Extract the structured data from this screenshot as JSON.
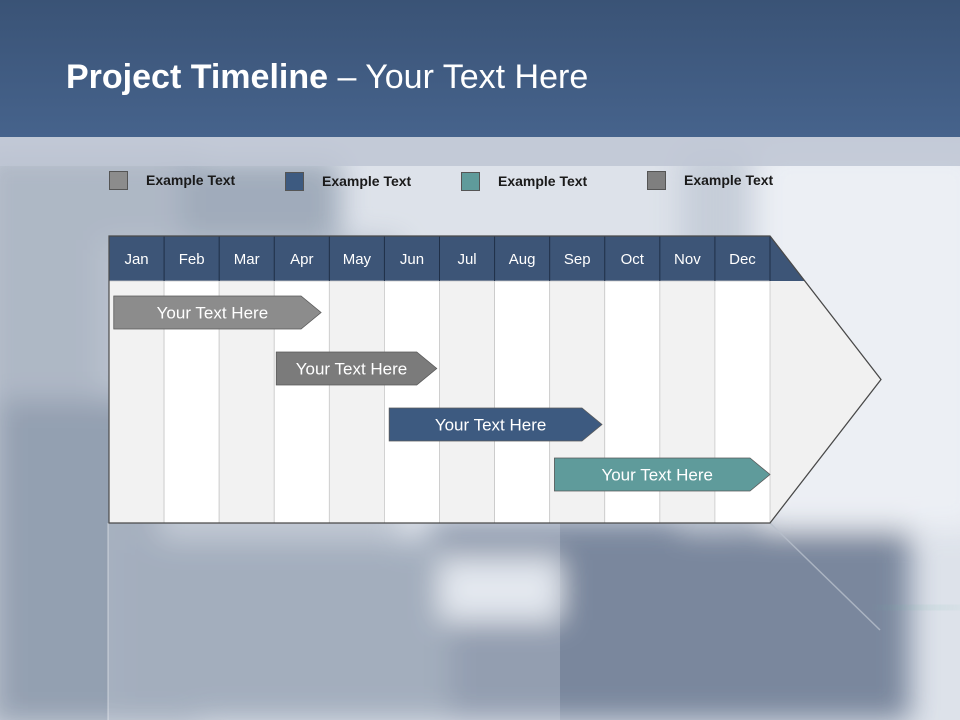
{
  "slide": {
    "title_bold": "Project Timeline",
    "title_rest": " – Your Text Here"
  },
  "legend": [
    {
      "label": "Example Text",
      "color": "#8c8c8c"
    },
    {
      "label": "Example Text",
      "color": "#3d5a80"
    },
    {
      "label": "Example Text",
      "color": "#5f9b9b"
    },
    {
      "label": "Example Text",
      "color": "#7f7f7f"
    }
  ],
  "months": [
    "Jan",
    "Feb",
    "Mar",
    "Apr",
    "May",
    "Jun",
    "Jul",
    "Aug",
    "Sep",
    "Oct",
    "Nov",
    "Dec"
  ],
  "tasks": [
    {
      "label": "Your  Text Here",
      "start_month": 0.05,
      "end_month": 3.85,
      "color": "#8c8c8c"
    },
    {
      "label": "Your  Text Here",
      "start_month": 3.0,
      "end_month": 5.95,
      "color": "#7b7b7b"
    },
    {
      "label": "Your  Text Here",
      "start_month": 5.05,
      "end_month": 8.95,
      "color": "#3d5a80"
    },
    {
      "label": "Your  Text Here",
      "start_month": 8.05,
      "end_month": 12.0,
      "color": "#5f9b9b"
    }
  ],
  "colors": {
    "header": "#3f5a80",
    "month_header": "#3d5577",
    "col_light": "#f2f2f2",
    "col_white": "#ffffff"
  }
}
